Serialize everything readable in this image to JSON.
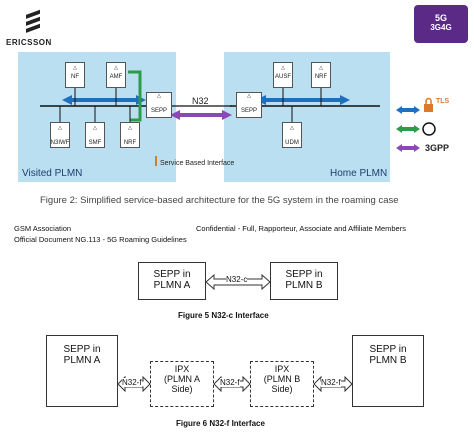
{
  "header": {
    "brand": "ERICSSON",
    "badge_top": "5G",
    "badge_bottom": "3G4G"
  },
  "diagram": {
    "visited_label": "Visited PLMN",
    "home_label": "Home PLMN",
    "n32_label": "N32",
    "sbi_label": "Service Based Interface",
    "visited_nfs_top": [
      "NF",
      "AMF"
    ],
    "visited_nfs_bottom": [
      "N3IWF",
      "SMF",
      "NRF"
    ],
    "sepp_left": "SEPP",
    "sepp_right": "SEPP",
    "home_nfs_top": [
      "AUSF",
      "NRF"
    ],
    "home_nfs_bottom": [
      "UDM"
    ],
    "legend_tls": "TLS",
    "legend_3gpp": "3GPP",
    "caption": "Figure 2: Simplified service-based architecture for the 5G system in the roaming case"
  },
  "doc": {
    "org": "GSM Association",
    "classification": "Confidential - Full, Rapporteur, Associate and Affiliate Members",
    "doc_title": "Official Document NG.113 - 5G Roaming Guidelines",
    "fig5": {
      "left_box": [
        "SEPP in",
        "PLMN A"
      ],
      "right_box": [
        "SEPP in",
        "PLMN B"
      ],
      "interface": "N32-c",
      "caption": "Figure 5  N32-c Interface"
    },
    "fig6": {
      "left_box": [
        "SEPP in",
        "PLMN A"
      ],
      "right_box": [
        "SEPP in",
        "PLMN B"
      ],
      "ipx_a": [
        "IPX",
        "(PLMN A",
        "Side)"
      ],
      "ipx_b": [
        "IPX",
        "(PLMN B",
        "Side)"
      ],
      "interface": "N32-f",
      "caption": "Figure 6  N32-f Interface"
    }
  },
  "colors": {
    "panel": "#b9dff0",
    "blue_arrow": "#1f6fc1",
    "green_arrow": "#2e9b48",
    "purple_arrow": "#8a49b7",
    "badge": "#5b2a86"
  }
}
